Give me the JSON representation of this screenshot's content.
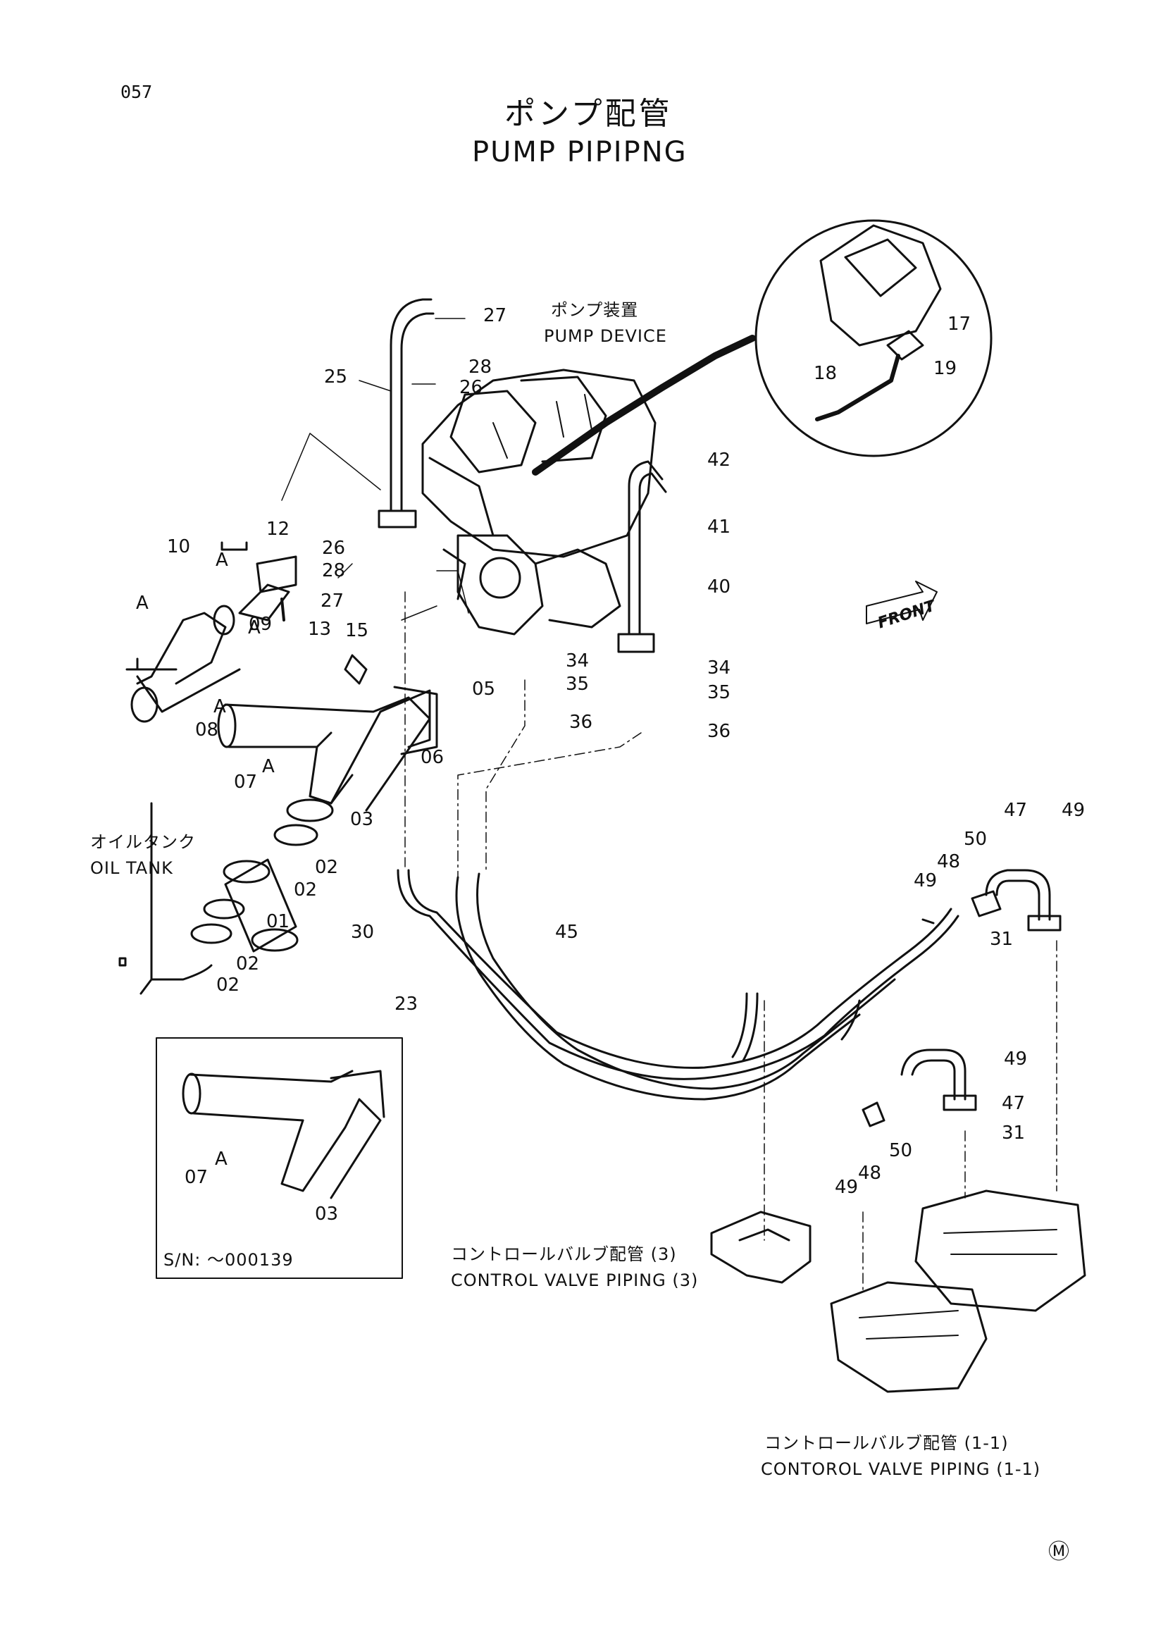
{
  "page_number": "057",
  "title_jp": "ポンプ配管",
  "title_en": "PUMP PIPIPNG",
  "sections": {
    "pump_device_jp": "ポンプ装置",
    "pump_device_en": "PUMP DEVICE",
    "oil_tank_jp": "オイルタンク",
    "oil_tank_en": "OIL TANK",
    "cv3_jp": "コントロールバルブ配管 (3)",
    "cv3_en": "CONTROL VALVE PIPING (3)",
    "cv11_jp": "コントロールバルブ配管 (1-1)",
    "cv11_en": "CONTOROL VALVE PIPING (1-1)",
    "serial": "S/N:  ～000139",
    "front": "FRONT",
    "corner_mark": "Ⓜ"
  },
  "part_labels": [
    "27",
    "28",
    "26",
    "25",
    "12",
    "10",
    "A",
    "A",
    "A",
    "09",
    "13",
    "26",
    "28",
    "27",
    "15",
    "05",
    "08",
    "A",
    "06",
    "07",
    "A",
    "03",
    "02",
    "02",
    "01",
    "02",
    "02",
    "42",
    "41",
    "40",
    "34",
    "35",
    "36",
    "34",
    "35",
    "36",
    "17",
    "18",
    "19",
    "30",
    "45",
    "23",
    "47",
    "49",
    "48",
    "50",
    "49",
    "31",
    "49",
    "47",
    "31",
    "50",
    "48",
    "49",
    "07",
    "A",
    "03"
  ]
}
